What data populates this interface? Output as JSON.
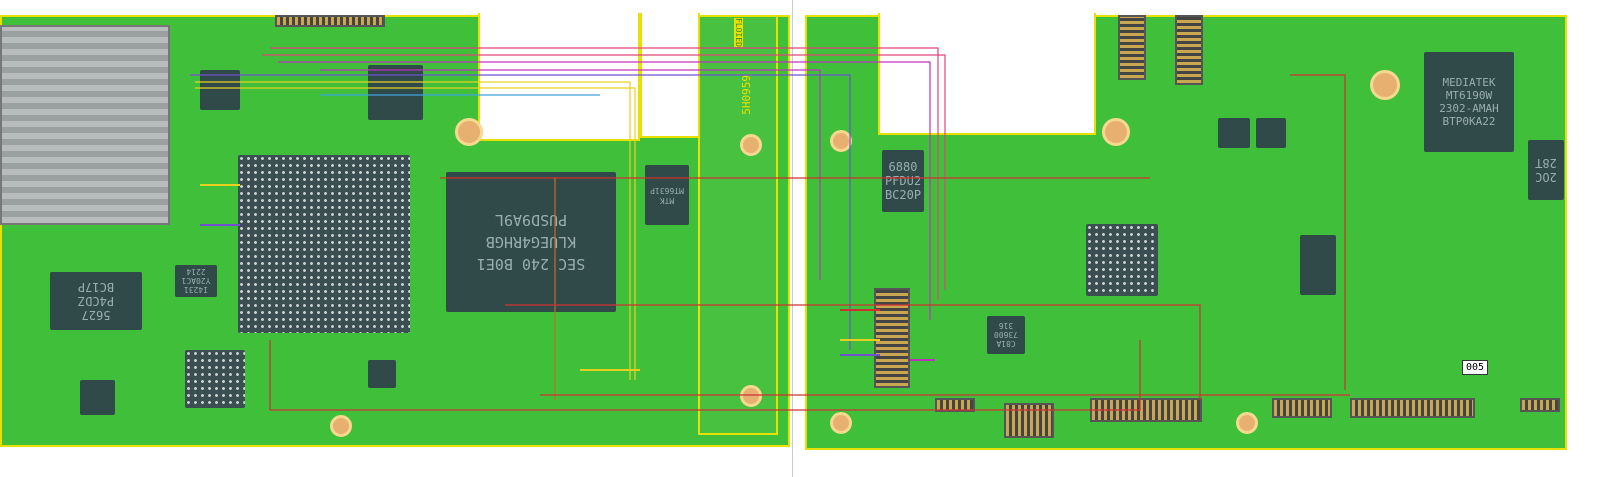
{
  "chips": {
    "memory": [
      "SEC 240 B0E1",
      "KLUEG4RHGB",
      "PUSD9A9L"
    ],
    "mtk_left": [
      "MTK",
      "MT6631P"
    ],
    "pmic_left": [
      "5627",
      "P4CDZ",
      "BC17P"
    ],
    "small_left": [
      "I4231",
      "Y20AC1",
      "2214"
    ],
    "pmic_right": [
      "6880",
      "PFDU2",
      "BC20P"
    ],
    "c81a": [
      "C81A",
      "73600",
      "316"
    ],
    "mediatek": [
      "MEDIATEK",
      "MT6190W",
      "2302-AMAH",
      "BTP0KA22"
    ],
    "right_edge": [
      "2OC",
      "28T"
    ]
  },
  "silkscreen": {
    "flex_code": "5H0959",
    "board_marker": "005",
    "flex_label": "FLOIED"
  },
  "colors": {
    "board": "#3fbf3a",
    "outline": "#e8e000",
    "traces": [
      "#e0457a",
      "#c030c0",
      "#e8d020",
      "#40a0e0",
      "#7050d0",
      "#d03030",
      "#c07020"
    ]
  }
}
